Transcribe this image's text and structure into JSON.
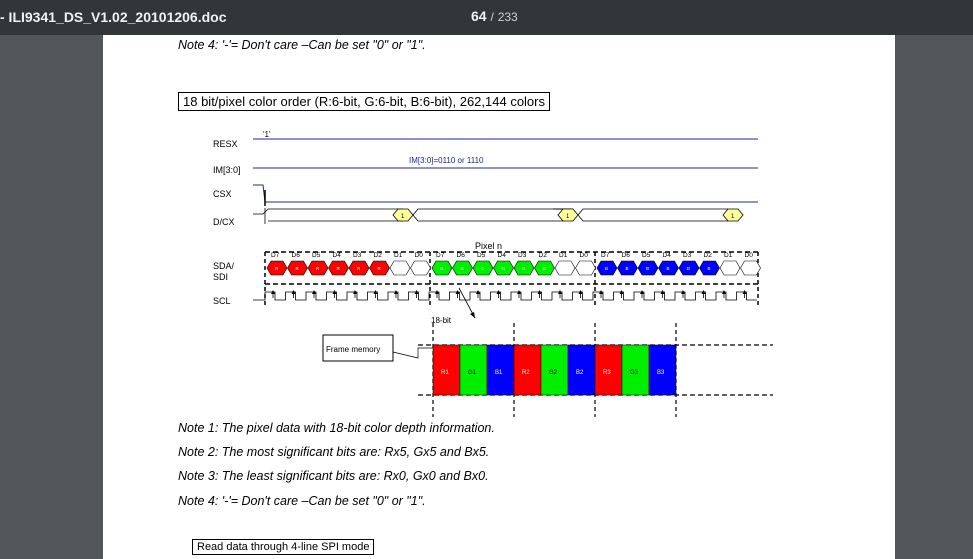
{
  "toolbar": {
    "doc_title": "- ILI9341_DS_V1.02_20101206.doc",
    "page_current": "64",
    "page_separator": "/",
    "page_total": "233"
  },
  "document": {
    "note_top": "Note 4: '-'= Don't care –Can be set \"0\" or \"1\".",
    "section_heading": "18 bit/pixel color order (R:6-bit, G:6-bit, B:6-bit), 262,144 colors",
    "notes": [
      "Note 1: The pixel data with 18-bit color depth information.",
      "Note 2: The most significant bits are: Rx5, Gx5 and Bx5.",
      "Note 3: The least significant bits are: Rx0, Gx0 and Bx0.",
      "Note 4: '-'= Don't care –Can be set \"0\" or \"1\"."
    ],
    "next_heading": "Read data through 4-line SPI mode"
  },
  "diagram": {
    "signals": [
      "RESX",
      "IM[3:0]",
      "CSX",
      "D/CX",
      "SDA/",
      "SDI",
      "SCL"
    ],
    "resx_value": "'1'",
    "im_value": "IM[3:0]=0110 or 1110",
    "dcx_value": "1",
    "pixel_label": "Pixel n",
    "bit_labels": [
      "D7",
      "D6",
      "D5",
      "D4",
      "D3",
      "D2",
      "D1",
      "D0"
    ],
    "red_cells": [
      "R",
      "R",
      "R",
      "R",
      "R",
      "R"
    ],
    "green_cells": [
      "G",
      "G",
      "G",
      "G",
      "G",
      "G"
    ],
    "blue_cells": [
      "B",
      "B",
      "B",
      "B",
      "B",
      "B"
    ],
    "bus_label": "18-bit",
    "frame_memory_label": "Frame memory",
    "memory_cells": [
      "R1",
      "G1",
      "B1",
      "R2",
      "G2",
      "B2",
      "R3",
      "G3",
      "B3"
    ],
    "colors": {
      "red": "#ff0000",
      "green": "#00ee00",
      "blue": "#0000ff",
      "im_text": "#1a2a8a",
      "dcx": "#ffff99",
      "line_blue": "#1f2a8c"
    }
  }
}
